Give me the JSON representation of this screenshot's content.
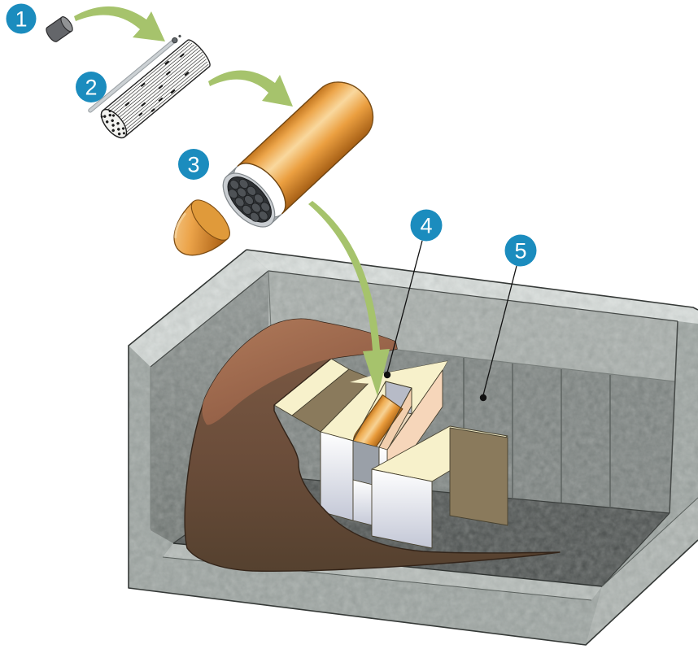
{
  "diagram": {
    "markers": [
      {
        "label": "1",
        "item": "fuel-pellet"
      },
      {
        "label": "2",
        "item": "fuel-rod-bundle"
      },
      {
        "label": "3",
        "item": "copper-canister-with-insert-and-lid"
      },
      {
        "label": "4",
        "item": "buffer-blocks-with-canister-recess"
      },
      {
        "label": "5",
        "item": "rock-vault"
      }
    ],
    "colors": {
      "marker_blue": "#1b8cbe",
      "arrow_green": "#a6c36c",
      "copper": "#e8a349",
      "steel": "#b6bbbf",
      "rock_gray": "#9aa19e",
      "clay_cream": "#f7f1cb",
      "clay_tan": "#8a7a5c",
      "backfill_brown": "#6e5240"
    }
  }
}
